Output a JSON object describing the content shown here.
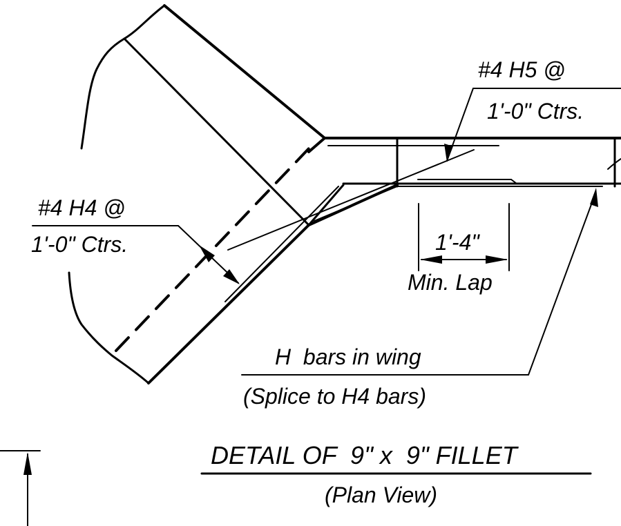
{
  "labels": {
    "h5_bar": "#4 H5 @",
    "h5_spacing": "1'-0\" Ctrs.",
    "h4_bar": "#4 H4 @",
    "h4_spacing": "1'-0\" Ctrs.",
    "lap_length": "1'-4\"",
    "lap_note": "Min. Lap",
    "wing_bars": "H  bars in wing",
    "splice_note": "(Splice to H4 bars)",
    "detail_title": "DETAIL OF  9\" x  9\" FILLET",
    "detail_subtitle": "(Plan View)"
  }
}
